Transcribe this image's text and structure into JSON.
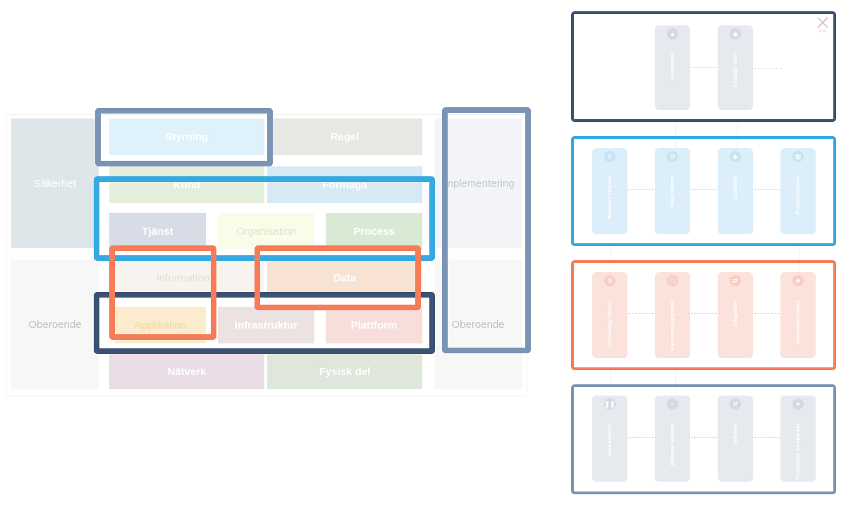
{
  "left": {
    "cells": {
      "sakerhet": "Säkerhet",
      "implementering": "Implementering",
      "oberoende_left": "Oberoende",
      "oberoende_right": "Oberoende",
      "styrning": "Styrning",
      "regel": "Regel",
      "kund": "Kund",
      "formaga": "Förmåga",
      "tjanst": "Tjänst",
      "organisation": "Organisation",
      "process": "Process",
      "information": "Information",
      "data": "Data",
      "applikation": "Applikation",
      "infrastruktur": "Infrastruktur",
      "plattform": "Plattform",
      "natverk": "Nätverk",
      "fysisk_del": "Fysisk del"
    }
  },
  "right": {
    "logo_text": "AVA",
    "strategy": [
      {
        "label": "Investment",
        "icon": "investment-icon"
      },
      {
        "label": "Strategic Goal",
        "icon": "target-icon"
      }
    ],
    "business": [
      {
        "label": "Business Process",
        "icon": "process-icon"
      },
      {
        "label": "Value Stream",
        "icon": "value-stream-icon"
      },
      {
        "label": "Capability",
        "icon": "capability-icon"
      },
      {
        "label": "Product/Service",
        "icon": "product-icon"
      }
    ],
    "application": [
      {
        "label": "Technology Service",
        "icon": "tech-service-icon"
      },
      {
        "label": "Business Application",
        "icon": "application-icon"
      },
      {
        "label": "Integration",
        "icon": "integration-icon"
      },
      {
        "label": "Information Object",
        "icon": "information-icon"
      }
    ],
    "technology": [
      {
        "label": "Device/Server",
        "icon": "server-icon"
      },
      {
        "label": "Software Instance",
        "icon": "software-instance-icon"
      },
      {
        "label": "Software",
        "icon": "software-icon"
      },
      {
        "label": "Technology Component",
        "icon": "tech-component-icon"
      }
    ]
  },
  "colors": {
    "navy": "#3b5272",
    "slate": "#7a94b4",
    "blue": "#35a9e0",
    "orange": "#f57c56"
  }
}
